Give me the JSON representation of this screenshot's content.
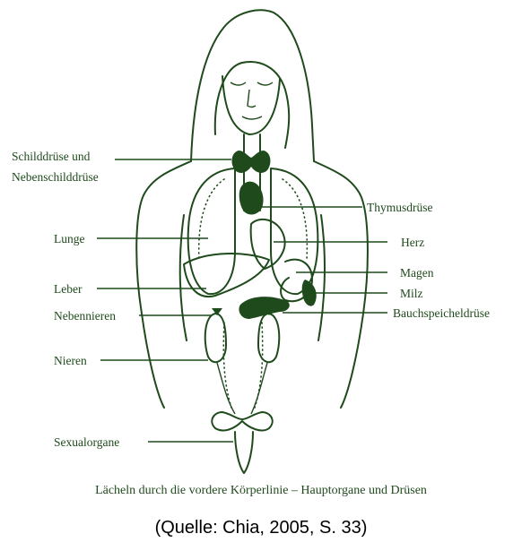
{
  "labels": {
    "thyroid_line1": "Schilddrüse und",
    "thyroid_line2": "Nebenschilddrüse",
    "thymus": "Thymusdrüse",
    "lungs": "Lunge",
    "heart": "Herz",
    "stomach": "Magen",
    "liver": "Leber",
    "spleen": "Milz",
    "adrenals": "Nebennieren",
    "pancreas": "Bauchspeicheldrüse",
    "kidneys": "Nieren",
    "sexual_organs": "Sexualorgane"
  },
  "caption": "Lächeln durch die vordere Körperlinie – Hauptorgane und Drüsen",
  "source": "(Quelle: Chia, 2005, S. 33)",
  "colors": {
    "ink": "#1f4a1c",
    "background": "#ffffff",
    "source_text": "#000000"
  }
}
